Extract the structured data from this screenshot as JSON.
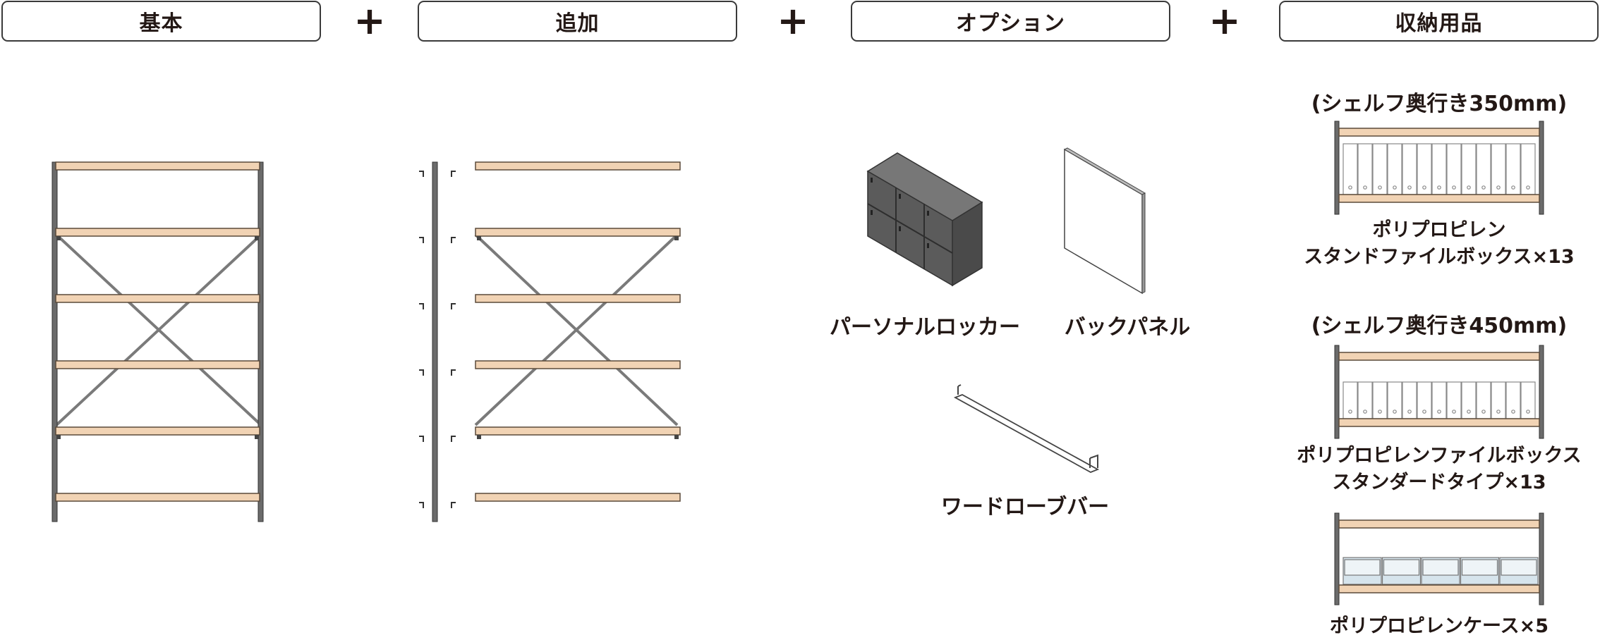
{
  "headers": {
    "basic": "基本",
    "additional": "追加",
    "options": "オプション",
    "storage": "収納用品"
  },
  "plus_symbol": "+",
  "options": {
    "locker": "パーソナルロッカー",
    "back_panel": "バックパネル",
    "wardrobe_bar": "ワードローブバー"
  },
  "storage": {
    "heading_350": "(シェルフ奥行き350mm)",
    "item_350_line1": "ポリプロピレン",
    "item_350_line2": "スタンドファイルボックス×13",
    "heading_450": "(シェルフ奥行き450mm)",
    "item_450_line1": "ポリプロピレンファイルボックス",
    "item_450_line2": "スタンダードタイプ×13",
    "item_case": "ポリプロピレンケース×5"
  },
  "colors": {
    "wood": "#f1d3b4",
    "frame": "#6b6b6b",
    "locker": "#5b5b5b",
    "line": "#3a3a3a"
  }
}
